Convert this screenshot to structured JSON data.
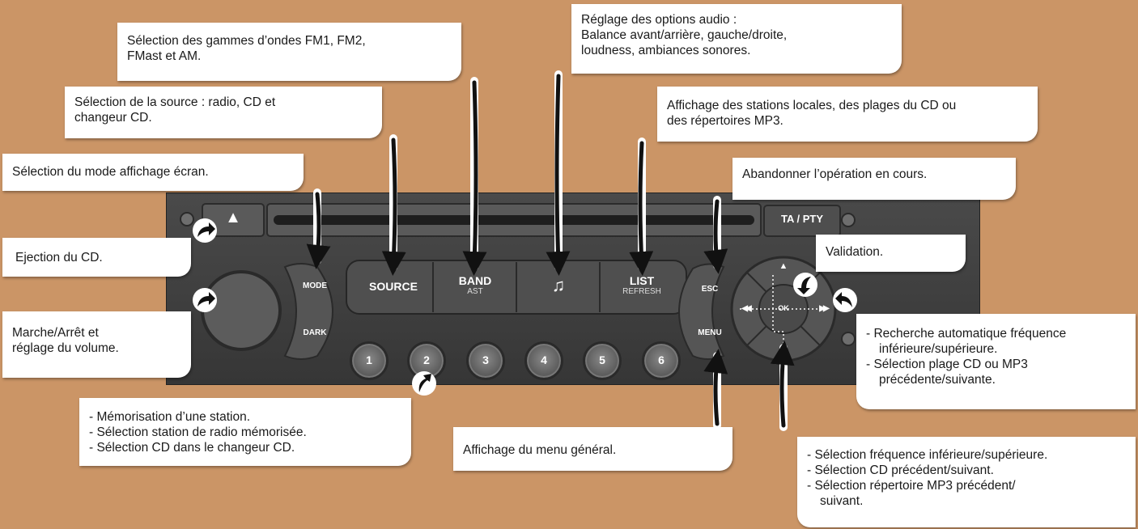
{
  "callouts": {
    "band": [
      "Sélection des gammes d’ondes FM1, FM2,",
      "FMast et AM."
    ],
    "audio": [
      "Réglage des options audio :",
      "Balance avant/arrière, gauche/droite,",
      "loudness, ambiances sonores."
    ],
    "source": [
      "Sélection de la source : radio, CD et",
      "changeur CD."
    ],
    "list": [
      "Affichage des stations locales, des plages du CD ou",
      "des répertoires MP3."
    ],
    "mode": [
      "Sélection du mode affichage écran."
    ],
    "esc": [
      "Abandonner l’opération en cours."
    ],
    "eject": [
      "Ejection du CD."
    ],
    "ok": [
      "Validation."
    ],
    "power": [
      "Marche/Arrêt et",
      "réglage du volume."
    ],
    "seek": [
      "- Recherche automatique fréquence",
      "inférieure/supérieure.",
      "- Sélection plage CD ou MP3",
      "précédente/suivante."
    ],
    "presets": [
      "- Mémorisation d’une station.",
      "- Sélection station de radio mémorisée.",
      "- Sélection CD dans le changeur CD."
    ],
    "menu": [
      "Affichage du menu général."
    ],
    "updown": [
      "- Sélection fréquence inférieure/supérieure.",
      "- Sélection CD précédent/suivant.",
      "- Sélection répertoire MP3 précédent/",
      "suivant."
    ]
  },
  "radio": {
    "eject_symbol": "▲",
    "ta_pty": "TA / PTY",
    "mode": "MODE",
    "dark": "DARK",
    "source": "SOURCE",
    "band": "BAND",
    "band_sub": "AST",
    "music_symbol": "♫",
    "list": "LIST",
    "list_sub": "REFRESH",
    "esc": "ESC",
    "menu": "MENU",
    "ok": "OK",
    "up": "▲",
    "down": "▼",
    "prev": "◀◀",
    "next": "▶▶",
    "presets": [
      "1",
      "2",
      "3",
      "4",
      "5",
      "6"
    ]
  },
  "icons": {
    "eject": "eject-icon",
    "music": "music-note-icon",
    "pointer": "curved-arrow-icon"
  },
  "colors": {
    "background": "#CB9566",
    "chassis": "#3c3c3c",
    "callout": "#ffffff"
  }
}
